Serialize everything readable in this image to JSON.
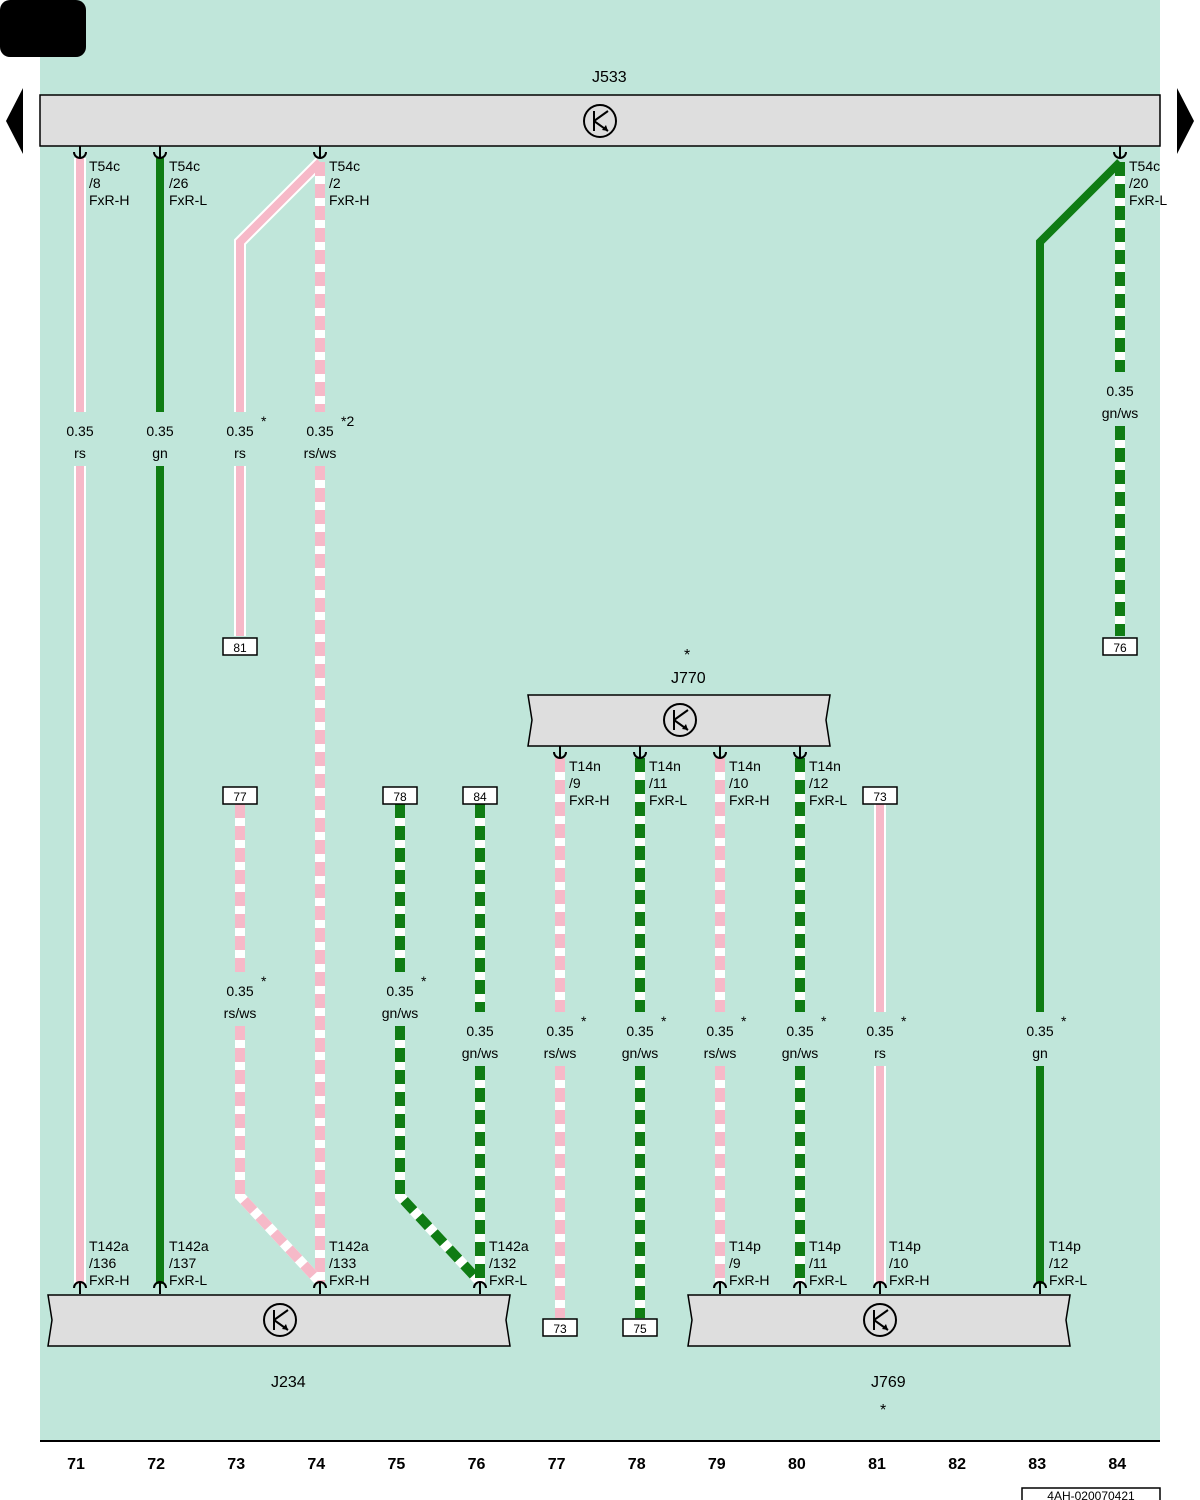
{
  "colors": {
    "background": "#c0e6da",
    "pink": "#f6b9c8",
    "green": "#0f7c14",
    "white": "#ffffff",
    "box": "#dedede"
  },
  "controllers": {
    "j533": "J533",
    "j770": "J770",
    "j234": "J234",
    "j769": "J769"
  },
  "column_numbers": [
    "71",
    "72",
    "73",
    "74",
    "75",
    "76",
    "77",
    "78",
    "79",
    "80",
    "81",
    "82",
    "83",
    "84"
  ],
  "document_id": "4AH-020070421",
  "nav": {
    "prev": "previous-page-icon",
    "next": "next-page-icon"
  },
  "wires": [
    {
      "id": "w71",
      "size": "0.35",
      "color": "rs",
      "note": "",
      "top_pin": {
        "conn": "T54c",
        "pin": "/8",
        "sig": "FxR-H"
      },
      "bottom_pin": {
        "conn": "T142a",
        "pin": "/136",
        "sig": "FxR-H"
      }
    },
    {
      "id": "w72",
      "size": "0.35",
      "color": "gn",
      "note": "",
      "top_pin": {
        "conn": "T54c",
        "pin": "/26",
        "sig": "FxR-L"
      },
      "bottom_pin": {
        "conn": "T142a",
        "pin": "/137",
        "sig": "FxR-L"
      }
    },
    {
      "id": "w73a",
      "size": "0.35",
      "color": "rs",
      "note": "*",
      "ref": "81"
    },
    {
      "id": "w74",
      "size": "0.35",
      "color": "rs/ws",
      "note": "*2",
      "top_pin": {
        "conn": "T54c",
        "pin": "/2",
        "sig": "FxR-H"
      },
      "bottom_pin": {
        "conn": "T142a",
        "pin": "/133",
        "sig": "FxR-H"
      }
    },
    {
      "id": "w84a",
      "size": "0.35",
      "color": "gn/ws",
      "note": "",
      "ref": "76",
      "top_pin": {
        "conn": "T54c",
        "pin": "/20",
        "sig": "FxR-L"
      }
    },
    {
      "id": "w73b",
      "size": "0.35",
      "color": "rs/ws",
      "note": "*",
      "ref": "77"
    },
    {
      "id": "w75",
      "size": "0.35",
      "color": "gn/ws",
      "note": "*",
      "ref": "78"
    },
    {
      "id": "w76",
      "size": "0.35",
      "color": "gn/ws",
      "note": "",
      "ref": "84",
      "bottom_pin": {
        "conn": "T142a",
        "pin": "/132",
        "sig": "FxR-L"
      }
    },
    {
      "id": "w77",
      "size": "0.35",
      "color": "rs/ws",
      "note": "*",
      "ref": "73",
      "top_pin": {
        "conn": "T14n",
        "pin": "/9",
        "sig": "FxR-H"
      }
    },
    {
      "id": "w78",
      "size": "0.35",
      "color": "gn/ws",
      "note": "*",
      "ref": "75",
      "top_pin": {
        "conn": "T14n",
        "pin": "/11",
        "sig": "FxR-L"
      }
    },
    {
      "id": "w79",
      "size": "0.35",
      "color": "rs/ws",
      "note": "*",
      "top_pin": {
        "conn": "T14n",
        "pin": "/10",
        "sig": "FxR-H"
      },
      "bottom_pin": {
        "conn": "T14p",
        "pin": "/9",
        "sig": "FxR-H"
      }
    },
    {
      "id": "w80",
      "size": "0.35",
      "color": "gn/ws",
      "note": "*",
      "top_pin": {
        "conn": "T14n",
        "pin": "/12",
        "sig": "FxR-L"
      },
      "bottom_pin": {
        "conn": "T14p",
        "pin": "/11",
        "sig": "FxR-L"
      }
    },
    {
      "id": "w81",
      "size": "0.35",
      "color": "rs",
      "note": "*",
      "ref": "73",
      "bottom_pin": {
        "conn": "T14p",
        "pin": "/10",
        "sig": "FxR-H"
      }
    },
    {
      "id": "w83",
      "size": "0.35",
      "color": "gn",
      "note": "*",
      "bottom_pin": {
        "conn": "T14p",
        "pin": "/12",
        "sig": "FxR-L"
      }
    }
  ],
  "marks": {
    "j770_star": "*",
    "j769_star": "*"
  }
}
